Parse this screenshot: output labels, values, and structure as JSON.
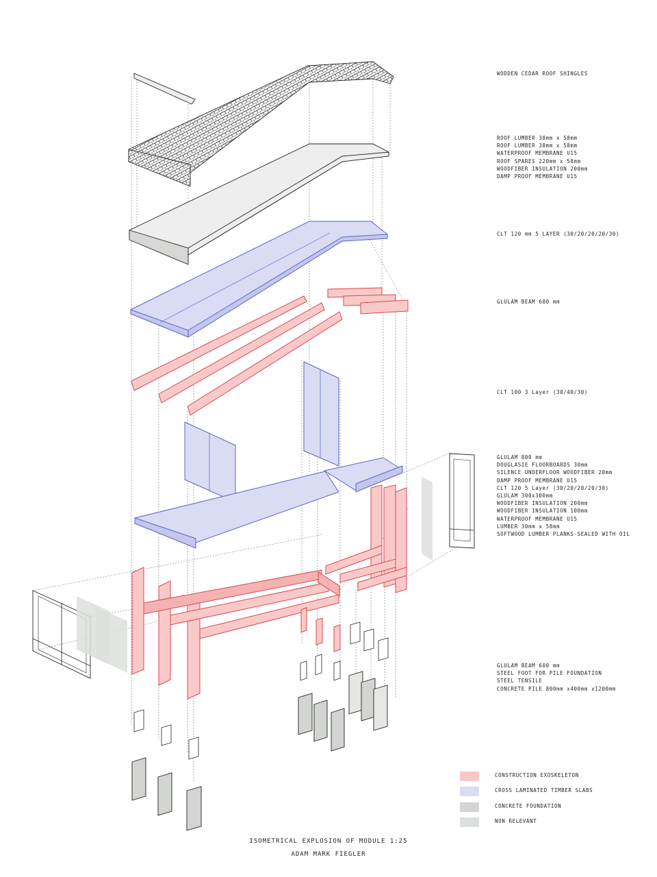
{
  "labels": {
    "shingles": "WODDEN CEDAR ROOF SHINGLES",
    "roof_lines": [
      "ROOF LUMBER 38mm x 58mm",
      "ROOF LUMBER 38mm x 58mm",
      "WATERPROOF MEMBRANE U15",
      "ROOF SPARES 220mm x 58mm",
      "WOODFIBER INSULATION 200mm",
      "DAMP PROOF MEMBRANE U15"
    ],
    "clt_roof": "CLT 120 mm 5 LAYER (30/20/20/20/30)",
    "glulam_roof": "GLULAM BEAM 600 mm",
    "clt_walls": "CLT 100 3 Layer (30/40/30)",
    "floor_lines": [
      "GLULAM 800 mm",
      "DOUGLASIE FLOORBOARDS 30mm",
      "SILENCE UNDERFLOOR WOODFIBER 20mm",
      "DAMP PROOF MEMBRANE U15",
      "CLT 120 5 Layer (30/20/20/20/30)",
      "GLULAM 300x300mm",
      "WOODFIBER INSULATION 200mm",
      "WOODFIBER INSULATION 100mm",
      "WATERPROOF MEMBRANE U15",
      "LUMBER 30mm x 58mm",
      "SOFTWOOD LUMBER PLANKS-SEALED WITH OIL"
    ],
    "foundation_lines": [
      "GLULAM BEAM 600 mm",
      "STEEL FOOT FOR PILE FOUNDATION",
      "STEEL TENSILE",
      "CONCRETE PILE 800mm x400mm x1200mm"
    ]
  },
  "legend": [
    {
      "label": "CONSTRUCTION EXOSKELETON",
      "color": "#f9c9c9"
    },
    {
      "label": "CROSS LAMINATED TIMBER SLABS",
      "color": "#d9dcf3"
    },
    {
      "label": "CONCRETE FOUNDATION",
      "color": "#d3d5d2"
    },
    {
      "label": "NON RELEVANT",
      "color": "#dcdfdc"
    }
  ],
  "caption": {
    "title": "ISOMETRICAL EXPLOSION OF MODULE 1:25",
    "author": "ADAM MARK FIEGLER"
  }
}
